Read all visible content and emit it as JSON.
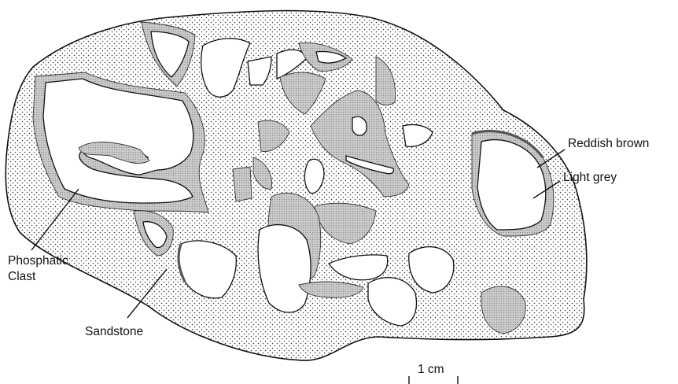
{
  "labels": {
    "reddish_brown": "Reddish brown",
    "light_grey": "Light grey",
    "phosphatic_clast_line1": "Phosphatic",
    "phosphatic_clast_line2": "Clast",
    "sandstone": "Sandstone"
  },
  "scale_bar": {
    "label": "1 cm"
  },
  "colors": {
    "ink": "#111111",
    "background": "#ffffff",
    "grey_rim": "#bdbdbd"
  }
}
